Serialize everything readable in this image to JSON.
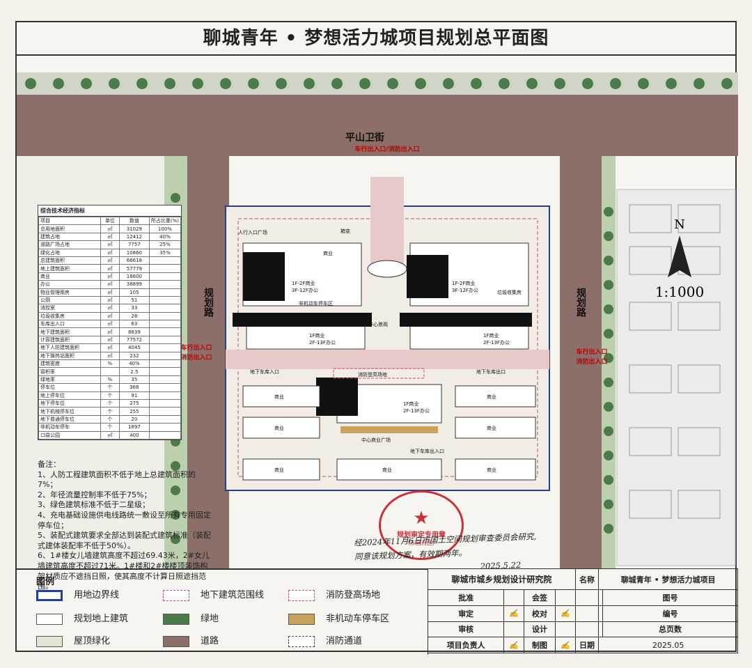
{
  "title": "聊城青年 • 梦想活力城项目规划总平面图",
  "plan": {
    "road_top": "平山卫街",
    "road_left": "规划路",
    "road_right": "规划路",
    "entrance_top": "车行出入口/消防出入口",
    "entrance_left": [
      "车行出入口",
      "消防出入口"
    ],
    "entrance_right": [
      "车行出入口",
      "消防出入口"
    ],
    "north": "N",
    "scale": "1:1000",
    "labels": {
      "commercial": "商业",
      "b1": "1F-2F商业",
      "b1b": "3F-12F办公",
      "b2": "1F-2F商业",
      "b2b": "3F-12F办公",
      "b3": "1F商业",
      "b3b": "2F-13F办公",
      "b4": "1F商业",
      "b4b": "2F-13F办公",
      "b6": "1F商业",
      "b6b": "2F-13F办公",
      "center_plaza": "中心商业广场",
      "center_scene": "中心景观",
      "fire_site": "消防登高场地",
      "underground_exit": "地下车库出口",
      "underground_entry": "地下车库入口",
      "nonmotor": "非机动车停车区",
      "people_plaza": "人行入口广场",
      "garbage": "垃圾收集房",
      "substation": "箱变",
      "garage": "地下车库出入口"
    }
  },
  "tech": {
    "heading": "综合技术经济指标",
    "header": [
      "项目",
      "单位",
      "数值",
      "所占比重(%)"
    ],
    "rows": [
      [
        "总用地面积",
        "㎡",
        "31029",
        "100%"
      ],
      [
        "建筑占地",
        "㎡",
        "12412",
        "40%"
      ],
      [
        "道路广场占地",
        "㎡",
        "7757",
        "25%"
      ],
      [
        "绿化占地",
        "㎡",
        "10860",
        "35%"
      ],
      [
        "总建筑面积",
        "㎡",
        "66618",
        ""
      ],
      [
        "地上建筑面积",
        "㎡",
        "57779",
        ""
      ],
      [
        "商业",
        "㎡",
        "18600",
        ""
      ],
      [
        "办公",
        "㎡",
        "38899",
        ""
      ],
      [
        "物业管理用房",
        "㎡",
        "105",
        ""
      ],
      [
        "公厕",
        "㎡",
        "51",
        ""
      ],
      [
        "消控室",
        "㎡",
        "33",
        ""
      ],
      [
        "垃圾收集房",
        "㎡",
        "28",
        ""
      ],
      [
        "车库出入口",
        "㎡",
        "63",
        ""
      ],
      [
        "地下建筑面积",
        "㎡",
        "8839",
        ""
      ],
      [
        "计容建筑面积",
        "㎡",
        "77572",
        ""
      ],
      [
        "地下人防建筑面积",
        "㎡",
        "4045",
        ""
      ],
      [
        "地下换热站面积",
        "㎡",
        "232",
        ""
      ],
      [
        "建筑密度",
        "%",
        "40%",
        ""
      ],
      [
        "容积率",
        "",
        "2.5",
        ""
      ],
      [
        "绿地率",
        "%",
        "35",
        ""
      ],
      [
        "停车位",
        "个",
        "366",
        ""
      ],
      [
        "地上停车位",
        "个",
        "91",
        ""
      ],
      [
        "地下停车位",
        "个",
        "275",
        ""
      ],
      [
        "地下机械停车位",
        "个",
        "255",
        ""
      ],
      [
        "地下普通停车位",
        "个",
        "20",
        ""
      ],
      [
        "非机动车停车",
        "个",
        "1897",
        ""
      ],
      [
        "口袋公园",
        "㎡",
        "400",
        ""
      ]
    ]
  },
  "notes": {
    "heading": "备注：",
    "lines": [
      "1、人防工程建筑面积不低于地上总建筑面积的7%；",
      "2、年径流量控制率不低于75%；",
      "3、绿色建筑标准不低于二星级；",
      "4、充电基础设施供电线路统一敷设至所有专用固定停车位；",
      "5、装配式建筑要求全部达到装配式建筑标准（装配式建体装配率不低于50%）。",
      "6、1#楼女儿墙建筑高度不超过69.43米，2#女儿墙建筑高度不超过71米。1#楼和2#楼楼顶装饰构架材质应不遮挡日照，使其高度不计算日照遮挡范围。"
    ]
  },
  "handwritten": {
    "line1": "经2024年11月6日市国土空间规划审查委员会研究,",
    "line2": "同意该规划方案，有效期两年。",
    "date": "2025.5.22"
  },
  "seal_main": {
    "text1": "规划审定专用章",
    "text2": "（东昌府区）"
  },
  "legend": {
    "heading": "图例",
    "items": [
      {
        "label": "用地边界线",
        "color": "#ffffff",
        "border": "#1f3f9e"
      },
      {
        "label": "地下建筑范围线",
        "color": "#ffffff",
        "border": "#c04a8a"
      },
      {
        "label": "消防登高场地",
        "color": "#ffffff",
        "border": "#d05060"
      },
      {
        "label": "规划地上建筑",
        "color": "#ffffff",
        "border": "#444444"
      },
      {
        "label": "绿地",
        "color": "#4d7a4a",
        "border": "#333333"
      },
      {
        "label": "非机动车停车区",
        "color": "#c9a35c",
        "border": "#333333"
      },
      {
        "label": "屋顶绿化",
        "color": "#dfe6d4",
        "border": "#333333"
      },
      {
        "label": "道路",
        "color": "#8d6f6a",
        "border": "#333333"
      },
      {
        "label": "消防通道",
        "color": "#ffffff",
        "border": "#444444"
      }
    ]
  },
  "title_block": {
    "institute": "聊城市城乡规划设计研究院",
    "name_label": "名称",
    "project_name": "聊城青年 • 梦想活力城项目",
    "approve_label": "批准",
    "sign_label": "会签",
    "review_label": "审定",
    "check_label": "校对",
    "audit_label": "审核",
    "design_label": "设计",
    "leader_label": "项目负责人",
    "draw_label": "制图",
    "drawing_no_label": "图号",
    "number_label": "编号",
    "total_pages_label": "总页数",
    "date_label": "日期",
    "date_value": "2025.05"
  }
}
